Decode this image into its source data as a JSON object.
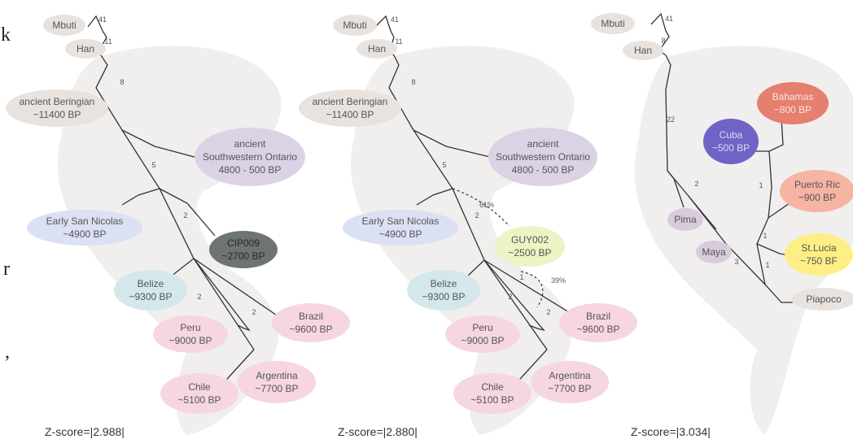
{
  "sidebar_fragments": [
    "k",
    "r",
    ","
  ],
  "panels": [
    {
      "id": "panel-1",
      "nodes": [
        {
          "id": "mbuti",
          "lines": [
            "Mbuti"
          ]
        },
        {
          "id": "han",
          "lines": [
            "Han"
          ]
        },
        {
          "id": "beringian",
          "lines": [
            "ancient Beringian",
            "~11400 BP"
          ]
        },
        {
          "id": "ontario",
          "lines": [
            "ancient",
            "Southwestern Ontario",
            "4800 - 500 BP"
          ]
        },
        {
          "id": "nicolas",
          "lines": [
            "Early San Nicolas",
            "~4900 BP"
          ]
        },
        {
          "id": "cip009",
          "lines": [
            "CIP009",
            "~2700 BP"
          ]
        },
        {
          "id": "belize",
          "lines": [
            "Belize",
            "~9300 BP"
          ]
        },
        {
          "id": "peru",
          "lines": [
            "Peru",
            "~9000 BP"
          ]
        },
        {
          "id": "brazil",
          "lines": [
            "Brazil",
            "~9600 BP"
          ]
        },
        {
          "id": "chile",
          "lines": [
            "Chile",
            "~5100 BP"
          ]
        },
        {
          "id": "argentina",
          "lines": [
            "Argentina",
            "~7700 BP"
          ]
        }
      ],
      "edge_labels": [
        "41",
        "11",
        "8",
        "5",
        "2",
        "2",
        "2"
      ],
      "zscore": "Z-score=|2.988|"
    },
    {
      "id": "panel-2",
      "nodes": [
        {
          "id": "mbuti",
          "lines": [
            "Mbuti"
          ]
        },
        {
          "id": "han",
          "lines": [
            "Han"
          ]
        },
        {
          "id": "beringian",
          "lines": [
            "ancient Beringian",
            "~11400 BP"
          ]
        },
        {
          "id": "ontario",
          "lines": [
            "ancient",
            "Southwestern Ontario",
            "4800 - 500 BP"
          ]
        },
        {
          "id": "nicolas",
          "lines": [
            "Early San Nicolas",
            "~4900 BP"
          ]
        },
        {
          "id": "guy002",
          "lines": [
            "GUY002",
            "~2500 BP"
          ]
        },
        {
          "id": "belize",
          "lines": [
            "Belize",
            "~9300 BP"
          ]
        },
        {
          "id": "peru",
          "lines": [
            "Peru",
            "~9000 BP"
          ]
        },
        {
          "id": "brazil",
          "lines": [
            "Brazil",
            "~9600 BP"
          ]
        },
        {
          "id": "chile",
          "lines": [
            "Chile",
            "~5100 BP"
          ]
        },
        {
          "id": "argentina",
          "lines": [
            "Argentina",
            "~7700 BP"
          ]
        }
      ],
      "edge_labels": [
        "41",
        "11",
        "8",
        "5",
        "2",
        "1",
        "2",
        "2",
        "61%",
        "39%"
      ],
      "zscore": "Z-score=|2.880|"
    },
    {
      "id": "panel-3",
      "nodes": [
        {
          "id": "mbuti",
          "lines": [
            "Mbuti"
          ]
        },
        {
          "id": "han",
          "lines": [
            "Han"
          ]
        },
        {
          "id": "bahamas",
          "lines": [
            "Bahamas",
            "~800 BP"
          ]
        },
        {
          "id": "cuba",
          "lines": [
            "Cuba",
            "~500 BP"
          ]
        },
        {
          "id": "puertorico",
          "lines": [
            "Puerto Ric",
            "~900 BP"
          ]
        },
        {
          "id": "pima",
          "lines": [
            "Pima"
          ]
        },
        {
          "id": "maya",
          "lines": [
            "Maya"
          ]
        },
        {
          "id": "stlucia",
          "lines": [
            "St.Lucia",
            "~750 BF"
          ]
        },
        {
          "id": "piapoco",
          "lines": [
            "Piapoco"
          ]
        }
      ],
      "edge_labels": [
        "41",
        "8",
        "22",
        "2",
        "1",
        "1",
        "1",
        "3"
      ],
      "zscore": "Z-score=|3.034|"
    }
  ],
  "colors": {
    "edge": "#333333",
    "label": "#555555",
    "gray": "#e9e3df",
    "lavender": "#dcd2e6",
    "blue": "#dbe0f3",
    "teal": "#d4e8eb",
    "pink": "#f6d6e1",
    "dark": "#6e7470",
    "yellowgreen": "#edf3c4",
    "purple": "#6f63c6",
    "red": "#e57f6f",
    "salmon": "#f6b4a2",
    "yellow": "#fdef86",
    "mauve": "#d8ccdc",
    "map": "#f1eeee"
  }
}
